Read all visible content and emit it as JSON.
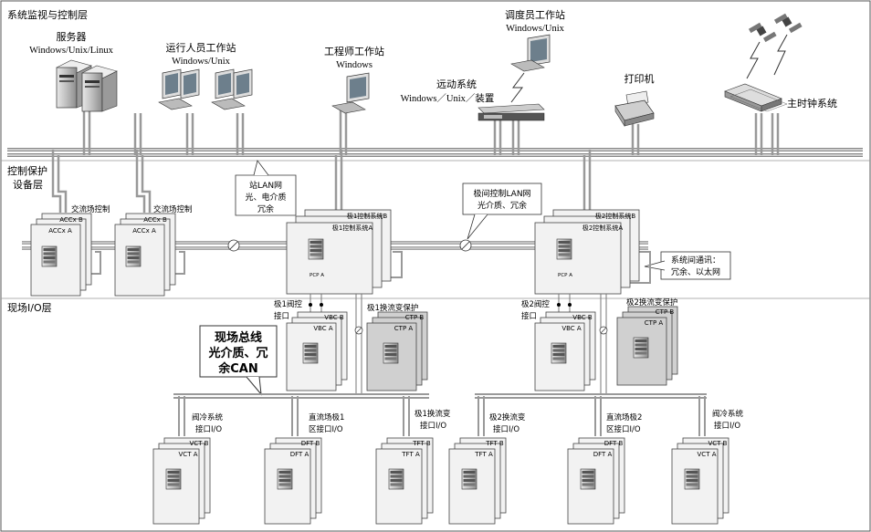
{
  "layers": {
    "top": "系统监视与控制层",
    "mid_line1": "控制保护",
    "mid_line2": "设备层",
    "bottom": "现场I/O层"
  },
  "top_devices": {
    "server_name": "服务器",
    "server_os": "Windows/Unix/Linux",
    "operator_name": "运行人员工作站",
    "operator_os": "Windows/Unix",
    "engineer_name": "工程师工作站",
    "engineer_os": "Windows",
    "dispatcher_name": "调度员工作站",
    "dispatcher_os": "Windows/Unix",
    "telecontrol_name": "远动系统",
    "telecontrol_os": "Windows／Unix／装置",
    "printer_name": "打印机",
    "clock_name": "主时钟系统"
  },
  "callouts": {
    "station_lan_1": "站LAN网",
    "station_lan_2": "光、电介质",
    "station_lan_3": "冗余",
    "pole_lan_1": "极间控制LAN网",
    "pole_lan_2": "光介质、冗余",
    "intersys_1": "系统间通讯：",
    "intersys_2": "冗余、以太网",
    "fieldbus_1": "现场总线",
    "fieldbus_2": "光介质、冗",
    "fieldbus_3": "余CAN"
  },
  "control_units": {
    "accx_b": "ACCx B",
    "accx_a": "ACCx A",
    "ac_ctrl": "交流场控制",
    "pole1_b": "极1控制系统B",
    "pole1_a": "极1控制系统A",
    "pole2_b": "极2控制系统B",
    "pole2_a": "极2控制系统A",
    "pcp_a": "PCP A"
  },
  "io_units": {
    "pole1_valve_1": "极1阀控",
    "pole1_valve_2": "接口",
    "vbc_b": "VBC B",
    "vbc_a": "VBC A",
    "pole1_ct": "极1换流变保护",
    "ctp_b": "CTP B",
    "ctp_a": "CTP A",
    "pole2_valve_1": "极2阀控",
    "pole2_valve_2": "接口",
    "pole2_ct": "极2换流变保护"
  },
  "field_units": {
    "cool1_1": "阀冷系统",
    "cool1_2": "接口I/O",
    "dcf1_1": "直流场极1",
    "dcf1_2": "区接口I/O",
    "tf1_1": "极1换流变",
    "tf1_2": "接口I/O",
    "tf2_1": "极2换流变",
    "tf2_2": "接口I/O",
    "dcf2_1": "直流场极2",
    "dcf2_2": "区接口I/O",
    "cool2_1": "阀冷系统",
    "cool2_2": "接口I/O",
    "vct_b": "VCT B",
    "vct_a": "VCT A",
    "dft_b": "DFT B",
    "dft_a": "DFT A",
    "tft_b": "TFT B",
    "tft_a": "TFT A"
  }
}
